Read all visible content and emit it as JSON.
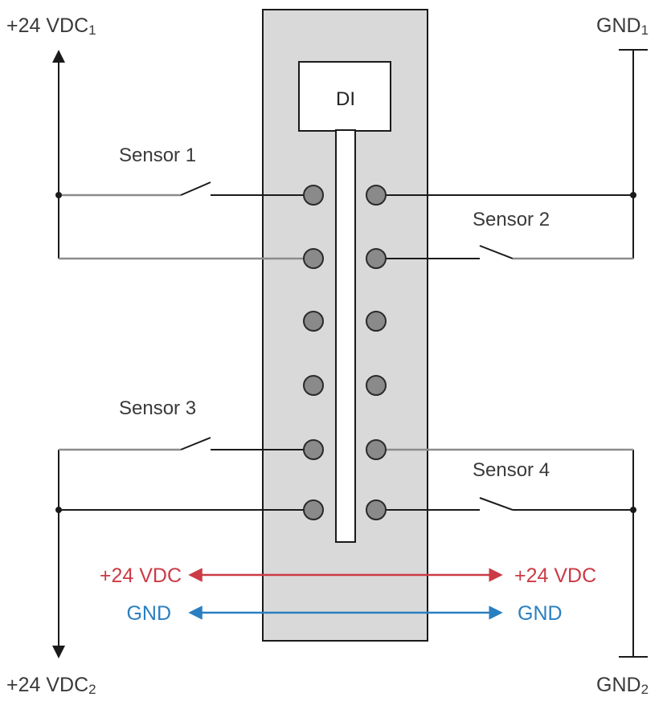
{
  "labels": {
    "vdc1": {
      "main": "+24 VDC",
      "sub": "1"
    },
    "vdc2": {
      "main": "+24 VDC",
      "sub": "2"
    },
    "gnd1": {
      "main": "GND",
      "sub": "1"
    },
    "gnd2": {
      "main": "GND",
      "sub": "2"
    },
    "di": "DI",
    "sensors": [
      "Sensor 1",
      "Sensor 2",
      "Sensor 3",
      "Sensor 4"
    ],
    "bus": {
      "vdc_left": "+24 VDC",
      "vdc_right": "+24 VDC",
      "gnd_left": "GND",
      "gnd_right": "GND"
    }
  },
  "colors": {
    "vdc_bus": "#cc3a45",
    "gnd_bus": "#2a7fc1",
    "module_fill": "#d9d9d9",
    "terminal_fill": "#8a8a8a",
    "wire_dark": "#1a1a1a",
    "wire_grey": "#8c8c8c"
  },
  "terminals": {
    "columns": 2,
    "rows": 6
  }
}
